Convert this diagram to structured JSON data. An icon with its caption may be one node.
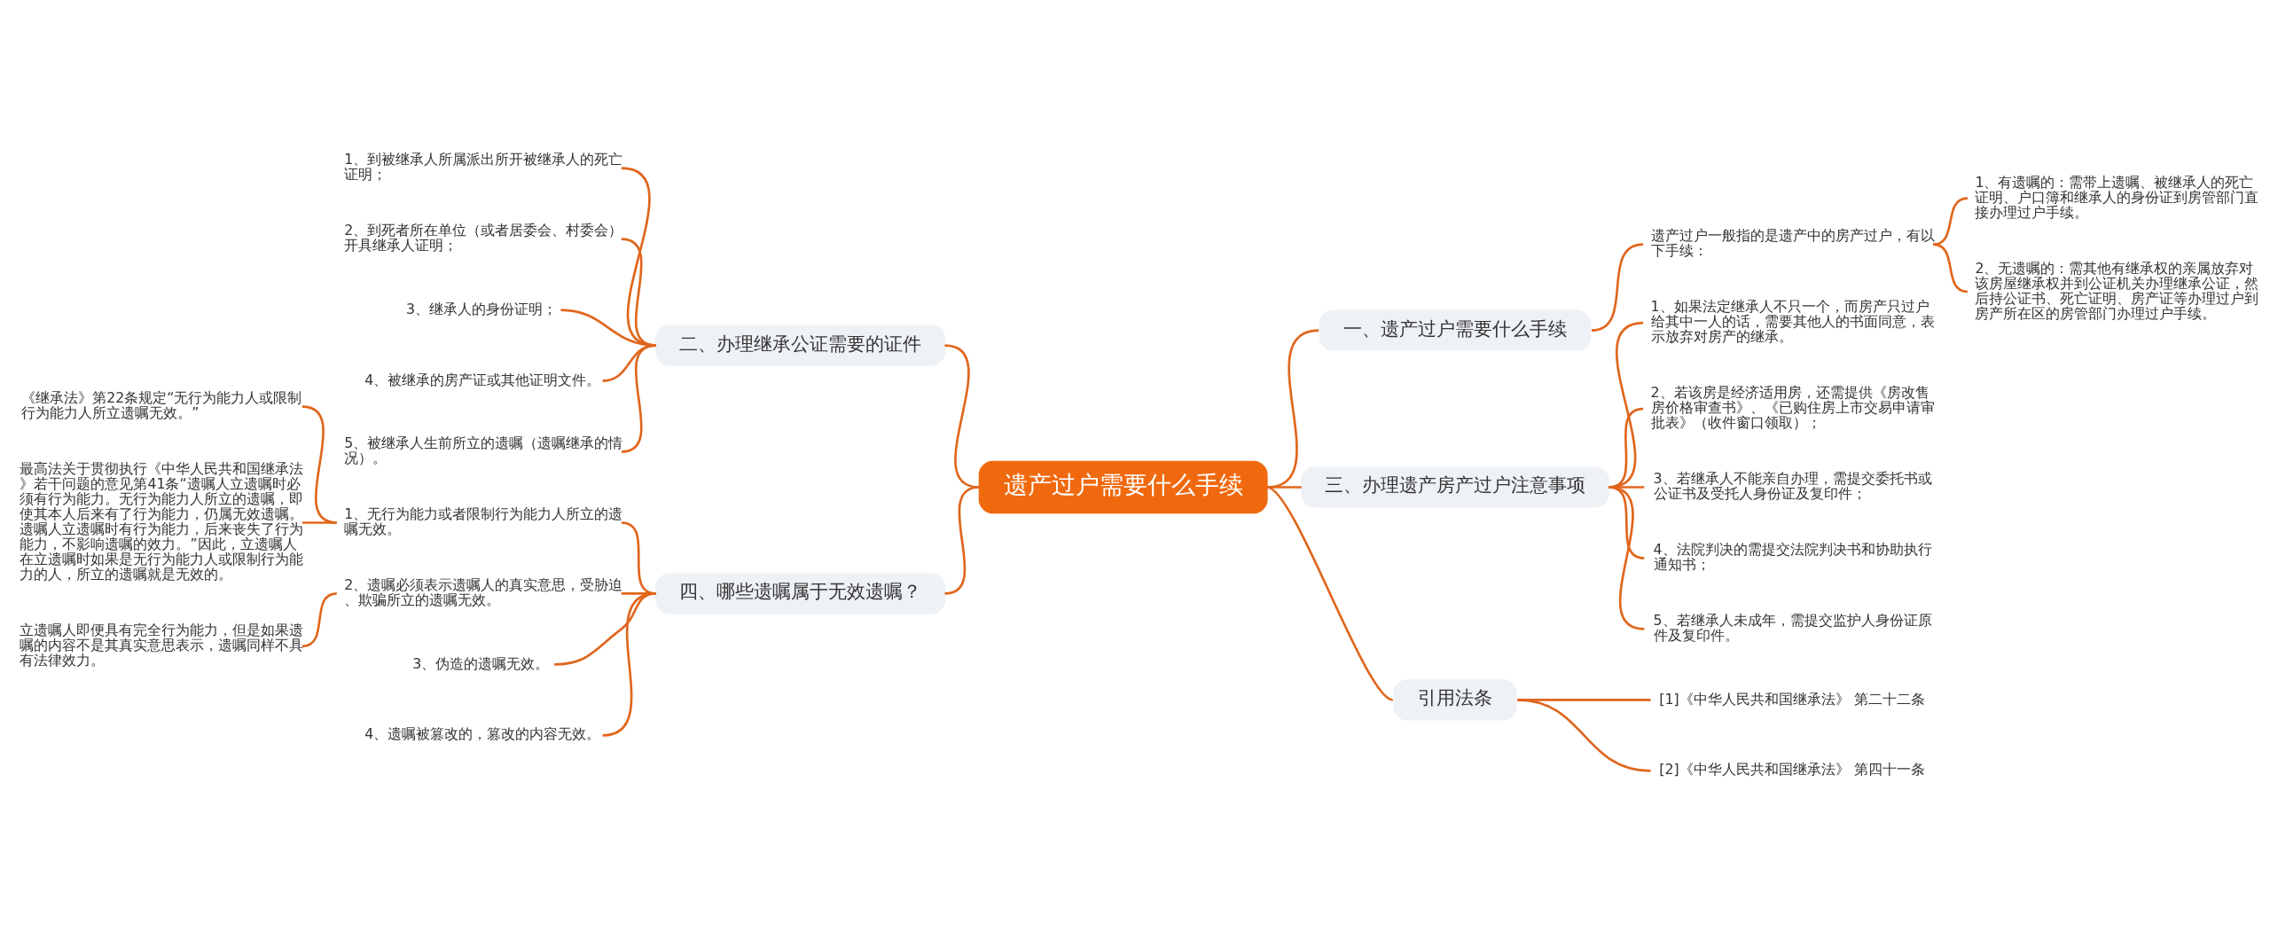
{
  "diagram": {
    "nodes": [
      {
        "text": [
          "遗产过户需要什么手续"
        ]
      },
      {
        "text": [
          "一、遗产过户需要什么手续"
        ]
      },
      {
        "text": [
          "遗产过户一般指的是遗产中的房产过户，有以下手续："
        ]
      },
      {
        "text": [
          "1、有遗嘱的：需带上遗嘱、被继承人的死亡证明、户口簿和继承人的身份证到房管部门直接办理过户手续。"
        ]
      },
      {
        "text": [
          "2、无遗嘱的：需其他有继承权的亲属放弃对该房屋继承权并到公证机关办理继承公证，然后持公证书、死亡证明、房产证等办理过户到房产所在区的房管部门办理过户手续。"
        ]
      },
      {
        "text": [
          "二、办理继承公证需要的证件"
        ]
      },
      {
        "text": [
          "1、到被继承人所属派出所开被继承人的死亡证明；"
        ]
      },
      {
        "text": [
          "2、到死者所在单位（或者居委会、村委会）开具继承人证明；"
        ]
      },
      {
        "text": [
          "3、继承人的身份证明；"
        ]
      },
      {
        "text": [
          "4、被继承的房产证或其他证明文件。"
        ]
      },
      {
        "text": [
          "5、被继承人生前所立的遗嘱（遗嘱继承的情况）。"
        ]
      },
      {
        "text": [
          "三、办理遗产房产过户注意事项"
        ]
      },
      {
        "text": [
          "1、如果法定继承人不只一个，而房产只过户给其中一人的话，需要其他人的书面同意，表示放弃对房产的继承。"
        ]
      },
      {
        "text": [
          "2、若该房是经济适用房，还需提供《房改售房价格审查书》、《已购住房上市交易申请审批表》（收件窗口领取）；"
        ]
      },
      {
        "text": [
          "3、若继承人不能亲自办理，需提交委托书或公证书及受托人身份证及复印件；"
        ]
      },
      {
        "text": [
          "4、法院判决的需提交法院判决书和协助执行通知书；"
        ]
      },
      {
        "text": [
          "5、若继承人未成年，需提交监护人身份证原件及复印件。"
        ]
      },
      {
        "text": [
          "四、哪些遗嘱属于无效遗嘱？"
        ]
      },
      {
        "text": [
          "1、无行为能力或者限制行为能力人所立的遗嘱无效。"
        ]
      },
      {
        "text": [
          "《继承法》第22条规定“无行为能力人或限制行为能力人所立遗嘱无效。”"
        ]
      },
      {
        "text": [
          "最高法关于贯彻执行《中华人民共和国继承法》若干问题的意见第41条“遗嘱人立遗嘱时必须有行为能力。无行为能力人所立的遗嘱，即使其本人后来有了行为能力，仍属无效遗嘱。遗嘱人立遗嘱时有行为能力，后来丧失了行为能力，不影响遗嘱的效力。”因此，立遗嘱人在立遗嘱时如果是无行为能力人或限制行为能力的人，所立的遗嘱就是无效的。"
        ]
      },
      {
        "text": [
          "2、遗嘱必须表示遗嘱人的真实意思，受胁迫、欺骗所立的遗嘱无效。"
        ]
      },
      {
        "text": [
          "立遗嘱人即便具有完全行为能力，但是如果遗嘱的内容不是其真实意思表示，遗嘱同样不具有法律效力。"
        ]
      },
      {
        "text": [
          "3、伪造的遗嘱无效。"
        ]
      },
      {
        "text": [
          "4、遗嘱被篡改的，篡改的内容无效。"
        ]
      },
      {
        "text": [
          "引用法条"
        ]
      },
      {
        "text": [
          "[1]《中华人民共和国继承法》 第二十二条"
        ]
      },
      {
        "text": [
          "[2]《中华人民共和国继承法》 第四十一条"
        ]
      }
    ],
    "edges": [
      {
        "from": 0,
        "to": 1,
        "arrow": "none"
      },
      {
        "from": 1,
        "to": 2,
        "arrow": "none"
      },
      {
        "from": 2,
        "to": 3,
        "arrow": "none"
      },
      {
        "from": 2,
        "to": 4,
        "arrow": "none"
      },
      {
        "from": 5,
        "to": 0,
        "arrow": "none"
      },
      {
        "from": 6,
        "to": 5,
        "arrow": "none"
      },
      {
        "from": 7,
        "to": 5,
        "arrow": "none"
      },
      {
        "from": 8,
        "to": 5,
        "arrow": "none"
      },
      {
        "from": 9,
        "to": 5,
        "arrow": "none"
      },
      {
        "from": 10,
        "to": 5,
        "arrow": "none"
      },
      {
        "from": 0,
        "to": 11,
        "arrow": "none"
      },
      {
        "from": 11,
        "to": 12,
        "arrow": "none"
      },
      {
        "from": 11,
        "to": 13,
        "arrow": "none"
      },
      {
        "from": 11,
        "to": 14,
        "arrow": "none"
      },
      {
        "from": 11,
        "to": 15,
        "arrow": "none"
      },
      {
        "from": 11,
        "to": 16,
        "arrow": "none"
      },
      {
        "from": 17,
        "to": 0,
        "arrow": "none"
      },
      {
        "from": 18,
        "to": 17,
        "arrow": "none"
      },
      {
        "from": 19,
        "to": 18,
        "arrow": "none"
      },
      {
        "from": 20,
        "to": 18,
        "arrow": "none"
      },
      {
        "from": 21,
        "to": 17,
        "arrow": "none"
      },
      {
        "from": 22,
        "to": 21,
        "arrow": "none"
      },
      {
        "from": 23,
        "to": 17,
        "arrow": "none"
      },
      {
        "from": 24,
        "to": 17,
        "arrow": "none"
      },
      {
        "from": 0,
        "to": 25,
        "arrow": "none"
      },
      {
        "from": 25,
        "to": 26,
        "arrow": "none"
      },
      {
        "from": 25,
        "to": 27,
        "arrow": "none"
      }
    ]
  }
}
